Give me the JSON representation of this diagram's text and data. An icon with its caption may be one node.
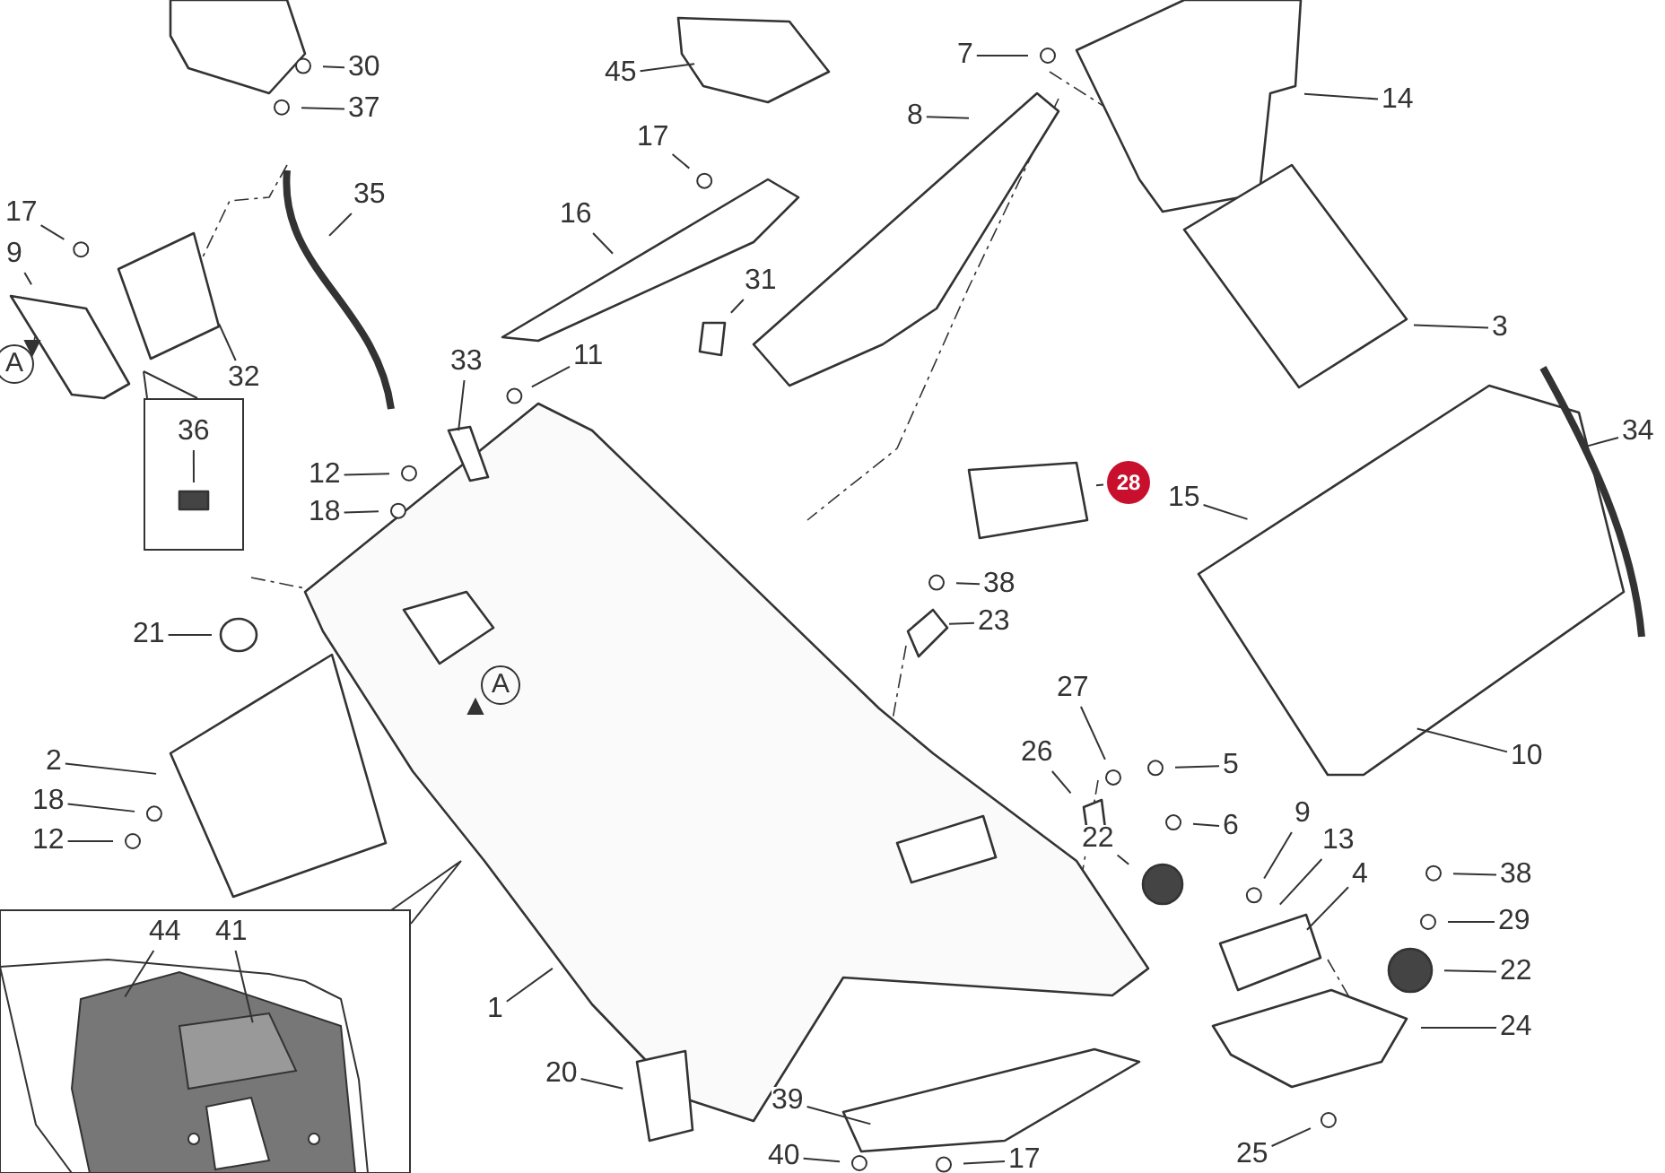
{
  "diagram": {
    "nodes": [
      {
        "text": [
          "30"
        ]
      },
      {
        "text": [
          "37"
        ]
      },
      {
        "text": [
          "45"
        ]
      },
      {
        "text": [
          "7"
        ]
      },
      {
        "text": [
          "14"
        ]
      },
      {
        "text": [
          "17"
        ]
      },
      {
        "text": [
          "9"
        ]
      },
      {
        "text": [
          "17"
        ]
      },
      {
        "text": [
          "35"
        ]
      },
      {
        "text": [
          "8"
        ]
      },
      {
        "text": [
          "16"
        ]
      },
      {
        "text": [
          "32"
        ]
      },
      {
        "text": [
          "31"
        ]
      },
      {
        "text": [
          "3"
        ]
      },
      {
        "text": [
          "11"
        ]
      },
      {
        "text": [
          "33"
        ]
      },
      {
        "text": [],
        "shape": "box"
      },
      {
        "text": [
          "36"
        ],
        "in": 16
      },
      {
        "text": [
          "12"
        ]
      },
      {
        "text": [
          "18"
        ]
      },
      {
        "text": [
          "28"
        ]
      },
      {
        "text": [
          "15"
        ]
      },
      {
        "text": [
          "34"
        ]
      },
      {
        "text": [
          "38"
        ]
      },
      {
        "text": [
          "23"
        ]
      },
      {
        "text": [
          "21"
        ]
      },
      {
        "text": [
          "27"
        ]
      },
      {
        "text": [
          "5"
        ]
      },
      {
        "text": [
          "26"
        ]
      },
      {
        "text": [
          "6"
        ]
      },
      {
        "text": [
          "10"
        ]
      },
      {
        "text": [
          "2"
        ]
      },
      {
        "text": [
          "18"
        ]
      },
      {
        "text": [
          "12"
        ]
      },
      {
        "text": [
          "9"
        ]
      },
      {
        "text": [
          "13"
        ]
      },
      {
        "text": [
          "22"
        ]
      },
      {
        "text": [
          "4"
        ]
      },
      {
        "text": [
          "38"
        ]
      },
      {
        "text": [
          "29"
        ]
      },
      {
        "text": [
          "22"
        ]
      },
      {
        "text": [
          "24"
        ]
      },
      {
        "text": [],
        "shape": "box"
      },
      {
        "text": [
          "44"
        ],
        "in": 42
      },
      {
        "text": [
          "41"
        ],
        "in": 42
      },
      {
        "text": [
          "1"
        ]
      },
      {
        "text": [
          "20"
        ]
      },
      {
        "text": [
          "39"
        ]
      },
      {
        "text": [
          "25"
        ]
      },
      {
        "text": [
          "40"
        ]
      },
      {
        "text": [
          "17"
        ]
      }
    ],
    "edges": [
      {
        "from": 0,
        "to": null,
        "arrow": "none"
      },
      {
        "from": 1,
        "to": null,
        "arrow": "none"
      },
      {
        "from": 2,
        "to": null,
        "arrow": "none"
      },
      {
        "from": 3,
        "to": null,
        "arrow": "none"
      },
      {
        "from": 4,
        "to": null,
        "arrow": "none"
      },
      {
        "from": 5,
        "to": null,
        "arrow": "none"
      },
      {
        "from": 6,
        "to": null,
        "arrow": "none"
      },
      {
        "from": 7,
        "to": null,
        "arrow": "none"
      },
      {
        "from": 8,
        "to": null,
        "arrow": "none"
      },
      {
        "from": 9,
        "to": null,
        "arrow": "none"
      },
      {
        "from": 10,
        "to": null,
        "arrow": "none"
      },
      {
        "from": 11,
        "to": null,
        "arrow": "none"
      },
      {
        "from": 12,
        "to": null,
        "arrow": "none"
      },
      {
        "from": 13,
        "to": null,
        "arrow": "none"
      },
      {
        "from": 14,
        "to": null,
        "arrow": "none"
      },
      {
        "from": 15,
        "to": null,
        "arrow": "none"
      },
      {
        "from": 17,
        "to": null,
        "arrow": "none"
      },
      {
        "from": 18,
        "to": null,
        "arrow": "none"
      },
      {
        "from": 19,
        "to": null,
        "arrow": "none"
      },
      {
        "from": 20,
        "to": null,
        "arrow": "none"
      },
      {
        "from": 21,
        "to": null,
        "arrow": "none"
      },
      {
        "from": 22,
        "to": null,
        "arrow": "none"
      },
      {
        "from": 23,
        "to": null,
        "arrow": "none"
      },
      {
        "from": 24,
        "to": null,
        "arrow": "none"
      },
      {
        "from": 25,
        "to": null,
        "arrow": "none"
      },
      {
        "from": 26,
        "to": null,
        "arrow": "none"
      },
      {
        "from": 27,
        "to": null,
        "arrow": "none"
      },
      {
        "from": 28,
        "to": null,
        "arrow": "none"
      },
      {
        "from": 29,
        "to": null,
        "arrow": "none"
      },
      {
        "from": 30,
        "to": null,
        "arrow": "none"
      },
      {
        "from": 31,
        "to": null,
        "arrow": "none"
      },
      {
        "from": 32,
        "to": null,
        "arrow": "none"
      },
      {
        "from": 33,
        "to": null,
        "arrow": "none"
      },
      {
        "from": 34,
        "to": null,
        "arrow": "none"
      },
      {
        "from": 35,
        "to": null,
        "arrow": "none"
      },
      {
        "from": 36,
        "to": null,
        "arrow": "none"
      },
      {
        "from": 37,
        "to": null,
        "arrow": "none"
      },
      {
        "from": 38,
        "to": null,
        "arrow": "none"
      },
      {
        "from": 39,
        "to": null,
        "arrow": "none"
      },
      {
        "from": 40,
        "to": null,
        "arrow": "none"
      },
      {
        "from": 41,
        "to": null,
        "arrow": "none"
      },
      {
        "from": 43,
        "to": null,
        "arrow": "none"
      },
      {
        "from": 44,
        "to": null,
        "arrow": "none"
      },
      {
        "from": 45,
        "to": null,
        "arrow": "none"
      },
      {
        "from": 46,
        "to": null,
        "arrow": "none"
      },
      {
        "from": 47,
        "to": null,
        "arrow": "none"
      },
      {
        "from": 48,
        "to": null,
        "arrow": "none"
      },
      {
        "from": 49,
        "to": null,
        "arrow": "none"
      },
      {
        "from": 50,
        "to": null,
        "arrow": "none"
      }
    ],
    "labels": [
      "A",
      "A"
    ]
  }
}
